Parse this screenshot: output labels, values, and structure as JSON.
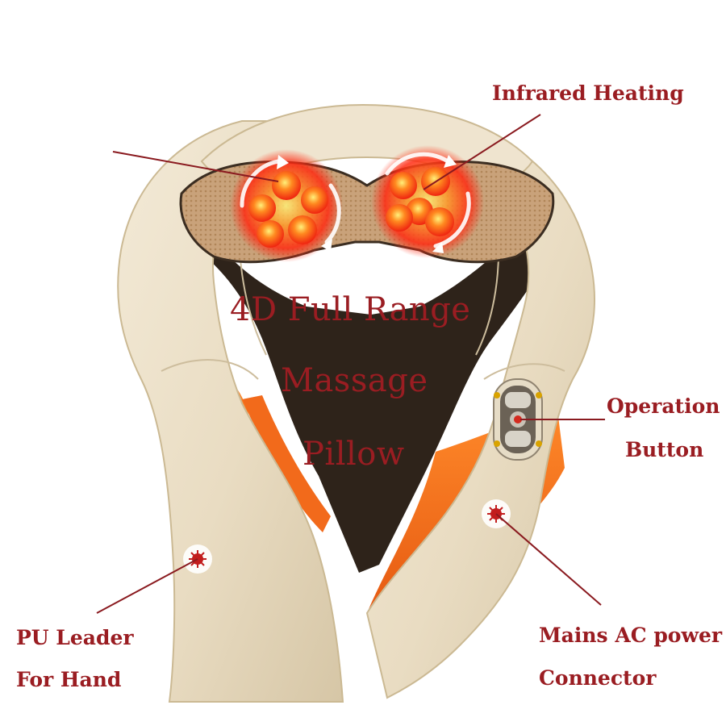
{
  "labels": {
    "infrared_heating": "Infrared Heating",
    "title_line_1": "4D Full Range",
    "title_line_2": "Massage",
    "title_line_3": "Pillow",
    "operation_line_1": "Operation",
    "operation_line_2": "Button",
    "pu_line_1": "PU Leader",
    "pu_line_2": "For Hand",
    "mains_line_1": "Mains AC power",
    "mains_line_2": "Connector"
  },
  "colors": {
    "label_text": "#9a1d22",
    "leader_line": "#8a1a1f",
    "shell": "#ece1cb",
    "shell_shadow": "#cdbd9d",
    "mesh": "#c9a27a",
    "accent_fabric": "#f26a1b",
    "heat_node": "#ff3a1a",
    "control_panel": "#6b6256"
  }
}
